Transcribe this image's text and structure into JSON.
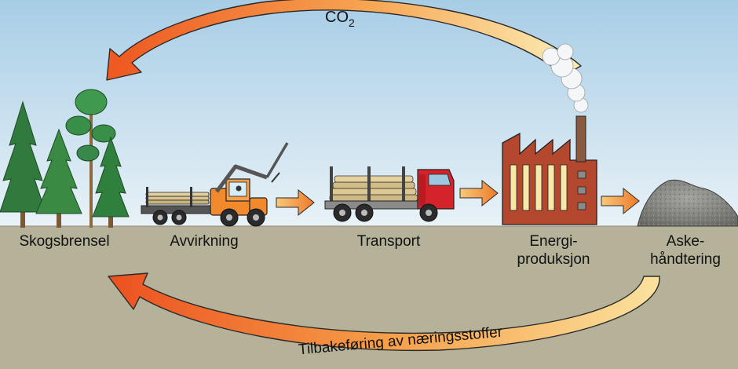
{
  "co2_label": {
    "base": "CO",
    "subscript": "2"
  },
  "return_label": "Tilbakeføring av næringsstoffer",
  "stages": {
    "forest": "Skogsbrensel",
    "harvest": "Avvirkning",
    "transport": "Transport",
    "energy": [
      "Energi-",
      "produksjon"
    ],
    "ash": [
      "Aske-",
      "håndtering"
    ]
  },
  "icons": [
    "tree-icon",
    "forest-machine-icon",
    "timber-truck-icon",
    "factory-icon",
    "ash-pile-icon",
    "arrow-right-icon"
  ],
  "colors": {
    "sky_top": "#a9cfe6",
    "ground": "#b7b39a",
    "arrow_orange": "#f0812a",
    "arrow_light": "#f9e6a8",
    "truck_red": "#d5232b",
    "tractor_orange": "#f08a2c",
    "factory_brick": "#b3482f"
  }
}
